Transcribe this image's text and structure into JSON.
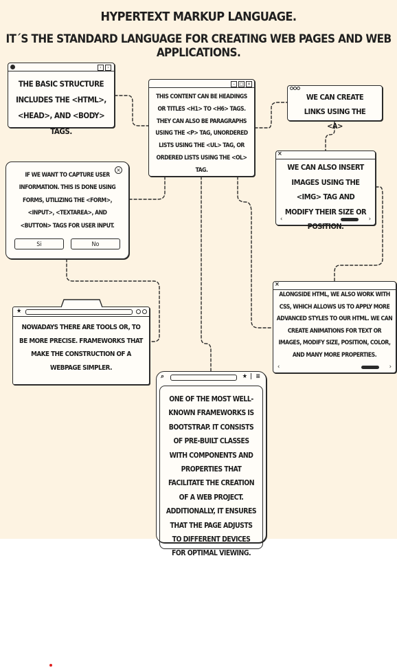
{
  "header": {
    "title": "HYPERTEXT MARKUP LANGUAGE.",
    "subtitle": "IT´S THE STANDARD LANGUAGE FOR CREATING WEB PAGES AND WEB APPLICATIONS."
  },
  "cards": {
    "structure": {
      "text": "THE BASIC STRUCTURE INCLUDES THE <HTML>, <HEAD>, AND <BODY> TAGS."
    },
    "content": {
      "text": "THIS CONTENT CAN BE HEADINGS OR TITLES <H1> TO <H6> TAGS. THEY CAN ALSO BE PARAGRAPHS USING THE <P> TAG, UNORDERED LISTS USING THE <UL> TAG, OR ORDERED LISTS USING THE <OL> TAG."
    },
    "links": {
      "text": "WE CAN CREATE LINKS USING THE <A>"
    },
    "forms": {
      "text": "IF WE WANT TO CAPTURE USER INFORMATION. THIS IS DONE USING FORMS, UTILIZING THE <FORM>, <INPUT>, <TEXTAREA>, AND <BUTTON> TAGS FOR USER INPUT.",
      "yes_label": "Si",
      "no_label": "No"
    },
    "images": {
      "text": "WE CAN ALSO INSERT IMAGES USING THE <IMG> TAG AND MODIFY THEIR SIZE OR POSITION."
    },
    "css": {
      "text": "ALONGSIDE HTML, WE ALSO WORK WITH CSS, WHICH ALLOWS US TO APPLY MORE ADVANCED STYLES TO OUR HTML. WE CAN CREATE ANIMATIONS FOR TEXT OR IMAGES, MODIFY SIZE, POSITION, COLOR, AND MANY MORE PROPERTIES."
    },
    "tools": {
      "text": "NOWADAYS THERE ARE TOOLS OR, TO BE MORE PRECISE. FRAMEWORKS THAT MAKE THE CONSTRUCTION OF A WEBPAGE SIMPLER."
    },
    "bootstrap": {
      "text": "ONE OF THE MOST WELL-KNOWN FRAMEWORKS IS BOOTSTRAP. IT CONSISTS OF PRE-BUILT CLASSES WITH COMPONENTS AND PROPERTIES THAT FACILITATE THE CREATION OF A WEB PROJECT. ADDITIONALLY, IT ENSURES THAT THE PAGE ADJUSTS TO DIFFERENT DEVICES FOR OPTIMAL VIEWING."
    }
  },
  "colors": {
    "background": "#fdf3e2",
    "card": "#fffdf8",
    "ink": "#2a2a2a",
    "marker": "#e02020"
  }
}
